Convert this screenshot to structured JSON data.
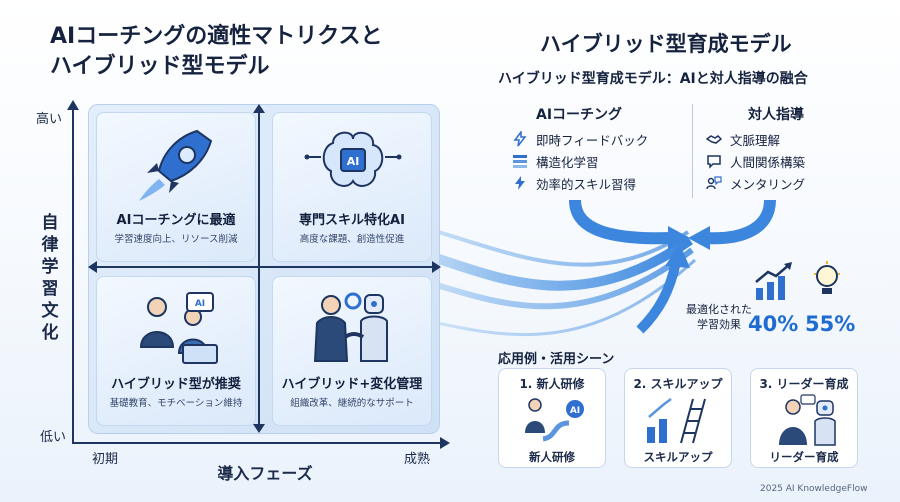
{
  "title_lines": [
    "AIコーチングの適性マトリクスと",
    "ハイブリッド型モデル"
  ],
  "axes": {
    "y_high": "高い",
    "y_low": "低い",
    "y_label": "自律学習文化",
    "x_start": "初期",
    "x_end": "成熟",
    "x_label": "導入フェーズ"
  },
  "quadrants": [
    {
      "title": "AIコーチングに最適",
      "subtitle": "学習速度向上、リソース削減",
      "icon": "rocket-icon"
    },
    {
      "title": "専門スキル特化AI",
      "subtitle": "高度な課題、創造性促進",
      "icon": "ai-brain-icon"
    },
    {
      "title": "ハイブリッド型が推奨",
      "subtitle": "基礎教育、モチベーション維持",
      "icon": "mentoring-people-icon"
    },
    {
      "title": "ハイブリッド+変化管理",
      "subtitle": "組織改革、継続的なサポート",
      "icon": "handshake-robot-icon"
    }
  ],
  "right": {
    "title": "ハイブリッド型育成モデル",
    "subtitle": "ハイブリッド型育成モデル：AIと対人指導の融合",
    "ai_column": {
      "heading": "AIコーチング",
      "items": [
        {
          "label": "即時フィードバック",
          "icon": "lightning-icon"
        },
        {
          "label": "構造化学習",
          "icon": "list-icon"
        },
        {
          "label": "効率的スキル習得",
          "icon": "bolt-icon"
        }
      ]
    },
    "human_column": {
      "heading": "対人指導",
      "items": [
        {
          "label": "文脈理解",
          "icon": "handshake-icon"
        },
        {
          "label": "人間関係構築",
          "icon": "chat-bubble-icon"
        },
        {
          "label": "メンタリング",
          "icon": "people-chat-icon"
        }
      ]
    },
    "effect_label_lines": [
      "最適化された",
      "学習効果"
    ],
    "effect_values": [
      "40%",
      "55%"
    ]
  },
  "use_cases": {
    "heading": "応用例・活用シーン",
    "cards": [
      {
        "number_title": "1. 新人研修",
        "footer": "新人研修",
        "icon": "onboarding-path-icon"
      },
      {
        "number_title": "2. スキルアップ",
        "footer": "スキルアップ",
        "icon": "ladder-growth-icon"
      },
      {
        "number_title": "3. リーダー育成",
        "footer": "リーダー育成",
        "icon": "leader-robot-icon"
      }
    ]
  },
  "footer": "2025 AI KnowledgeFlow",
  "colors": {
    "accent": "#1f6cd1",
    "navy": "#1d3560",
    "flow": "#4a90e2"
  }
}
